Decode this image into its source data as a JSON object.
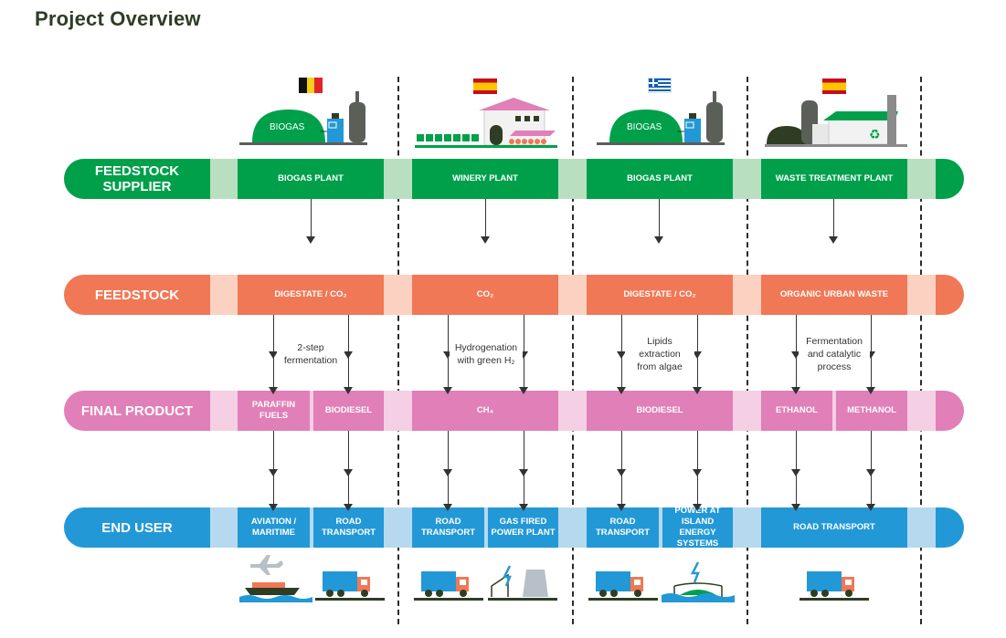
{
  "title": "Project Overview",
  "rows": {
    "feedstock_supplier": {
      "label": "FEEDSTOCK\nSUPPLIER",
      "color": "#00a04b",
      "light": "#b9dfc1",
      "cells": [
        "BIOGAS PLANT",
        "WINERY PLANT",
        "BIOGAS PLANT",
        "WASTE TREATMENT PLANT"
      ]
    },
    "feedstock": {
      "label": "FEEDSTOCK",
      "color": "#f07856",
      "light": "#fbd1c2",
      "cells": [
        "DIGESTATE / CO₂",
        "CO₂",
        "DIGESTATE / CO₂",
        "ORGANIC URBAN WASTE"
      ]
    },
    "final_product": {
      "label": "FINAL PRODUCT",
      "color": "#e07fb8",
      "light": "#f5cfe3",
      "cells": [
        "PARAFFIN\nFUELS",
        "BIODIESEL",
        "CH₄",
        "BIODIESEL",
        "ETHANOL",
        "METHANOL"
      ]
    },
    "end_user": {
      "label": "END USER",
      "color": "#2398d6",
      "light": "#b6d9ef",
      "cells": [
        "AVIATION /\nMARITIME",
        "ROAD\nTRANSPORT",
        "ROAD\nTRANSPORT",
        "GAS FIRED\nPOWER PLANT",
        "ROAD\nTRANSPORT",
        "POWER AT\nISLAND ENERGY\nSYSTEMS",
        "ROAD TRANSPORT"
      ]
    }
  },
  "processes": [
    "2-step\nfermentation",
    "Hydrogenation\nwith green H₂",
    "Lipids\nextraction\nfrom algae",
    "Fermentation\nand catalytic\nprocess"
  ],
  "flags": [
    {
      "country": "Belgium",
      "colors": [
        "#111111",
        "#f7d117",
        "#e2232a"
      ]
    },
    {
      "country": "Spain",
      "colors": [
        "#c60b1e",
        "#ffc400",
        "#c60b1e"
      ]
    },
    {
      "country": "Greece",
      "colors": [
        "#0d5eaf",
        "#ffffff"
      ]
    },
    {
      "country": "Spain",
      "colors": [
        "#c60b1e",
        "#ffc400",
        "#c60b1e"
      ]
    }
  ],
  "illustrations": {
    "biogas_text": "BIOGAS",
    "icons": [
      "biogas-plant-icon",
      "winery-plant-icon",
      "biogas-plant-icon",
      "waste-treatment-plant-icon",
      "airplane-ship-icon",
      "truck-icon",
      "power-plant-icon",
      "island-energy-icon"
    ]
  }
}
